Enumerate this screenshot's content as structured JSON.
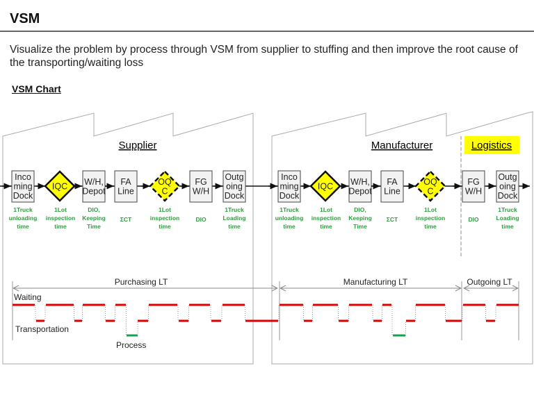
{
  "header": {
    "title": "VSM"
  },
  "description": "Visualize the problem by process through VSM from supplier to stuffing and then improve the root cause of the transporting/waiting loss",
  "section_title": "VSM Chart",
  "factories": {
    "supplier": "Supplier",
    "manufacturer": "Manufacturer",
    "logistics": "Logistics"
  },
  "colors": {
    "highlight": "#ffff00",
    "diamond": "#ffff00",
    "box_fill": "#f2f2f2",
    "metric": "#2e9e3e",
    "waiting": "#e00000",
    "process": "#1aa04a"
  },
  "supplier_steps": [
    {
      "label": [
        "Inco",
        "ming",
        "Dock"
      ],
      "shape": "box",
      "metric": [
        "1Truck",
        "unloading",
        "time"
      ]
    },
    {
      "label": [
        "IQC"
      ],
      "shape": "diamond",
      "metric": [
        "1Lot",
        "inspection",
        "time"
      ]
    },
    {
      "label": [
        "W/H,",
        "Depot"
      ],
      "shape": "box",
      "metric": [
        "DIO,",
        "Keeping",
        "Time"
      ]
    },
    {
      "label": [
        "FA",
        "Line"
      ],
      "shape": "box",
      "metric": [
        "ΣCT"
      ]
    },
    {
      "label": [
        "OQ",
        "C"
      ],
      "shape": "diamond-dashed",
      "metric": [
        "1Lot",
        "inspection",
        "time"
      ]
    },
    {
      "label": [
        "FG",
        "W/H"
      ],
      "shape": "box",
      "metric": [
        "DIO"
      ]
    },
    {
      "label": [
        "Outg",
        "oing",
        "Dock"
      ],
      "shape": "box",
      "metric": [
        "1Truck",
        "Loading",
        "time"
      ]
    }
  ],
  "manufacturer_steps": [
    {
      "label": [
        "Inco",
        "ming",
        "Dock"
      ],
      "shape": "box",
      "metric": [
        "1Truck",
        "unloading",
        "time"
      ]
    },
    {
      "label": [
        "IQC"
      ],
      "shape": "diamond",
      "metric": [
        "1Lot",
        "inspection",
        "time"
      ]
    },
    {
      "label": [
        "W/H,",
        "Depot"
      ],
      "shape": "box",
      "metric": [
        "DIO,",
        "Keeping",
        "Time"
      ]
    },
    {
      "label": [
        "FA",
        "Line"
      ],
      "shape": "box",
      "metric": [
        "ΣCT"
      ]
    },
    {
      "label": [
        "OQ",
        "C"
      ],
      "shape": "diamond-dashed",
      "metric": [
        "1Lot",
        "inspection",
        "time"
      ]
    },
    {
      "label": [
        "FG",
        "W/H"
      ],
      "shape": "box",
      "metric": [
        "DIO"
      ]
    },
    {
      "label": [
        "Outg",
        "oing",
        "Dock"
      ],
      "shape": "box",
      "metric": [
        "1Truck",
        "Loading",
        "time"
      ]
    }
  ],
  "timeline": {
    "spans": [
      "Purchasing LT",
      "Manufacturing LT",
      "Outgoing LT"
    ],
    "levels": {
      "waiting": "Waiting",
      "transportation": "Transportation",
      "process": "Process"
    }
  }
}
